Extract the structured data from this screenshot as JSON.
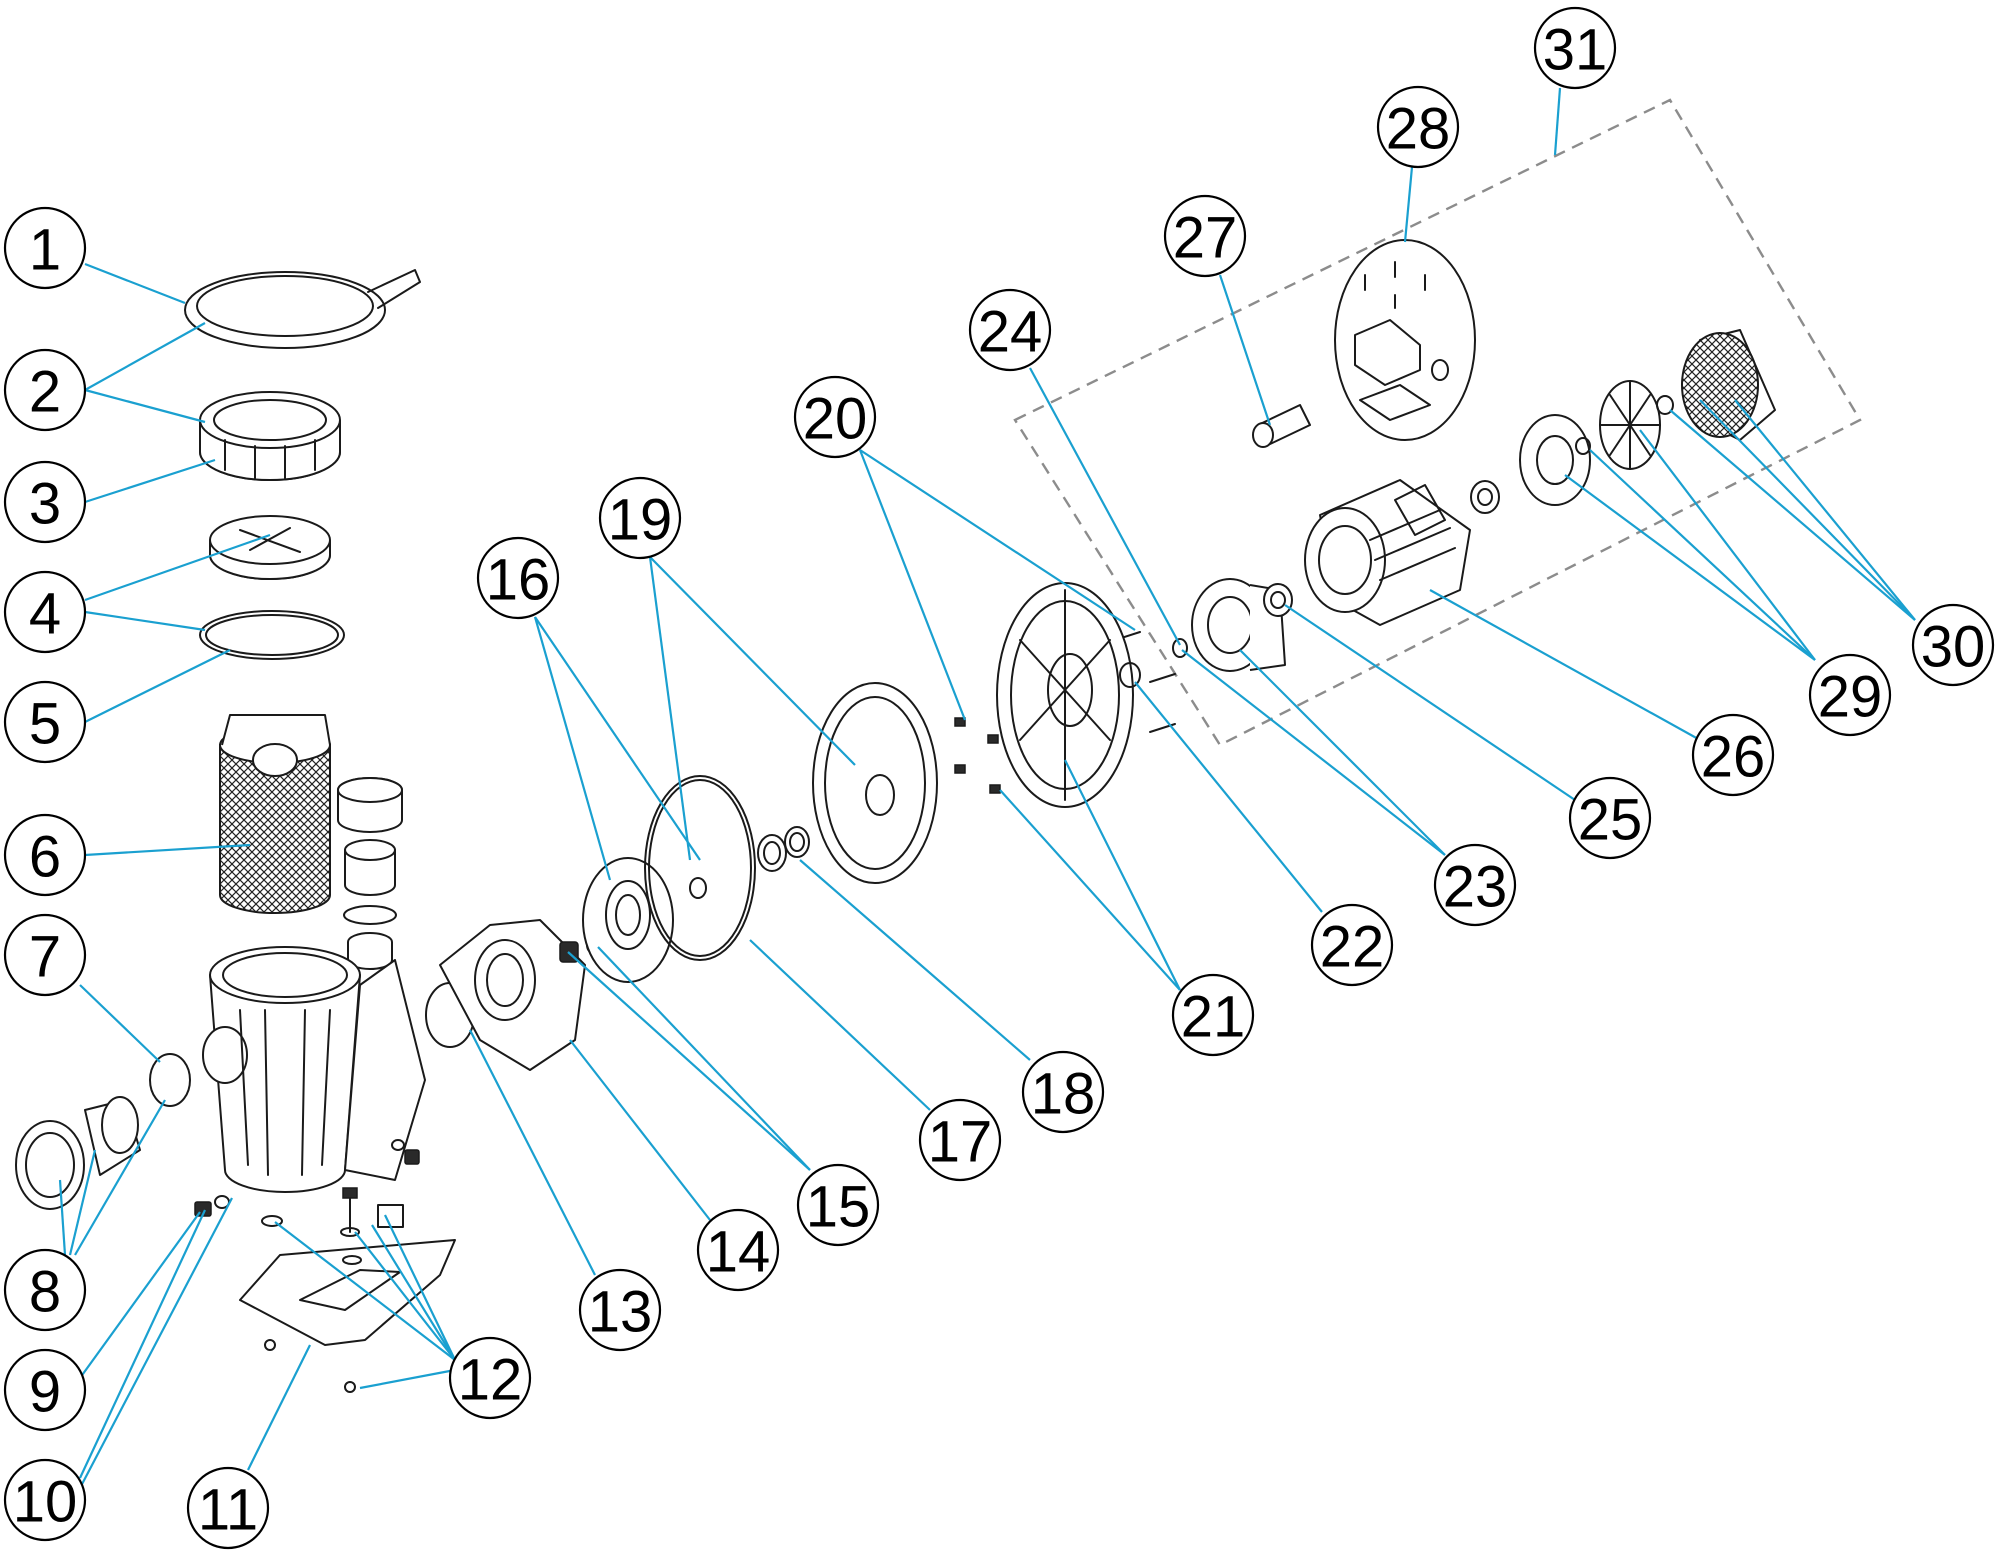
{
  "diagram": {
    "leader_color": "#1aa0d0",
    "callouts": [
      {
        "label": "1"
      },
      {
        "label": "2"
      },
      {
        "label": "3"
      },
      {
        "label": "4"
      },
      {
        "label": "5"
      },
      {
        "label": "6"
      },
      {
        "label": "7"
      },
      {
        "label": "8"
      },
      {
        "label": "9"
      },
      {
        "label": "10"
      },
      {
        "label": "11"
      },
      {
        "label": "12"
      },
      {
        "label": "13"
      },
      {
        "label": "14"
      },
      {
        "label": "15"
      },
      {
        "label": "16"
      },
      {
        "label": "17"
      },
      {
        "label": "18"
      },
      {
        "label": "19"
      },
      {
        "label": "20"
      },
      {
        "label": "21"
      },
      {
        "label": "22"
      },
      {
        "label": "23"
      },
      {
        "label": "24"
      },
      {
        "label": "25"
      },
      {
        "label": "26"
      },
      {
        "label": "27"
      },
      {
        "label": "28"
      },
      {
        "label": "29"
      },
      {
        "label": "30"
      },
      {
        "label": "31"
      }
    ]
  }
}
